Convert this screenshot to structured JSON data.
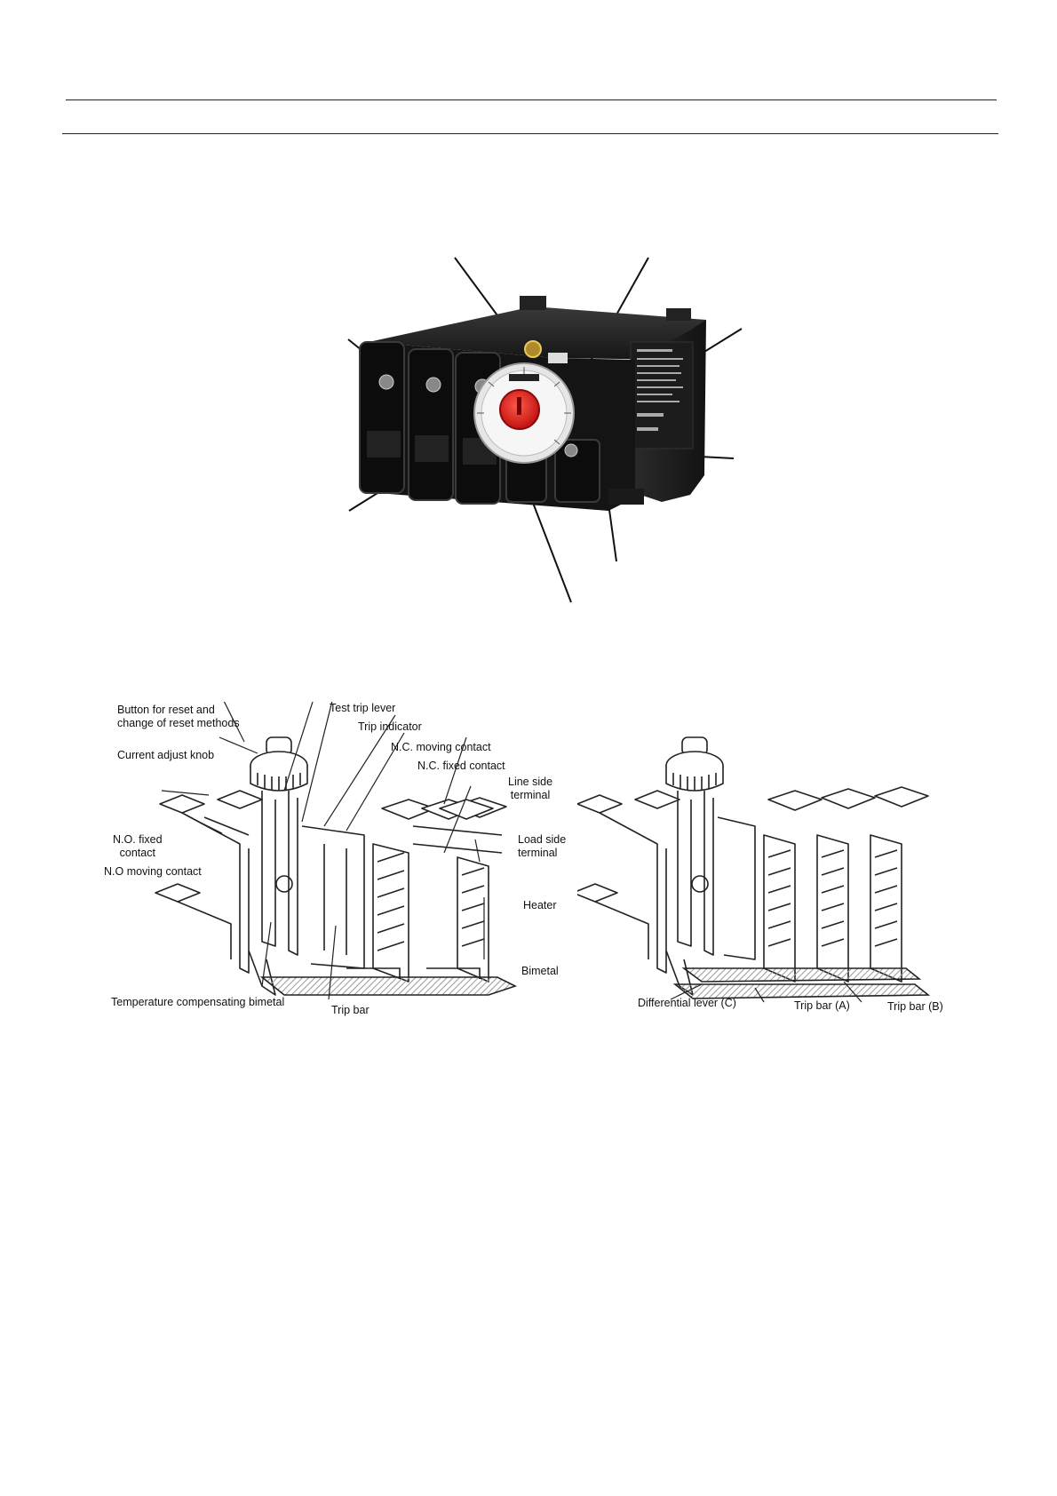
{
  "left_diagram": {
    "labels": {
      "reset_button": "Button for reset and\nchange of reset methods",
      "test_trip_lever": "Test trip lever",
      "trip_indicator": "Trip indicator",
      "nc_moving_contact": "N.C. moving contact",
      "nc_fixed_contact": "N.C. fixed contact",
      "current_adjust_knob": "Current adjust knob",
      "line_side_terminal": "Line side\nterminal",
      "no_fixed_contact": "N.O. fixed\ncontact",
      "load_side_terminal": "Load side\nterminal",
      "no_moving_contact": "N.O moving contact",
      "heater": "Heater",
      "bimetal": "Bimetal",
      "temp_comp_bimetal": "Temperature compensating bimetal",
      "trip_bar": "Trip bar"
    }
  },
  "right_diagram": {
    "labels": {
      "differential_lever": "Differential lever (C)",
      "trip_bar_a": "Trip bar (A)",
      "trip_bar_b": "Trip bar (B)"
    }
  },
  "colors": {
    "relay_body": "#1a1a1a",
    "reset_knob": "#e02020",
    "dial_face": "#f2f2f2",
    "line_art": "#222222",
    "hatch": "#9a9a9a"
  }
}
